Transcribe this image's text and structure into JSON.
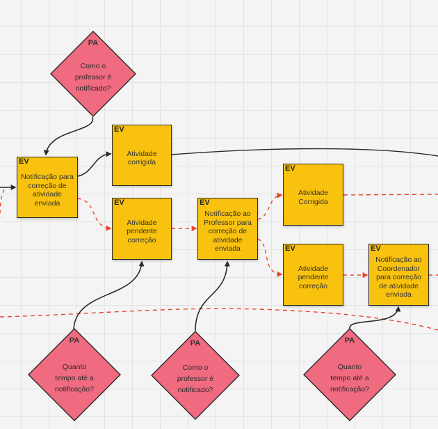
{
  "colors": {
    "event_fill": "#f9c20f",
    "question_fill": "#f06a80",
    "connector_dark": "#2a2a2a",
    "connector_red": "#e8442b"
  },
  "questions": {
    "top": {
      "tag": "PA",
      "text": "Como o professor é notificado?"
    },
    "bottom_left": {
      "tag": "PA",
      "text": "Quanto tempo até a notificação?"
    },
    "bottom_middle": {
      "tag": "PA",
      "text": "Como o professor é notificado?"
    },
    "bottom_right": {
      "tag": "PA",
      "text": "Quanto tempo até a notificação?"
    }
  },
  "events": {
    "notification_correction": {
      "tag": "EV",
      "text": "Notificação para correção de atividade enviada"
    },
    "activity_corrected": {
      "tag": "EV",
      "text": "Atividade corrigida"
    },
    "activity_pending": {
      "tag": "EV",
      "text": "Atividade pendente correção"
    },
    "notification_teacher": {
      "tag": "EV",
      "text": "Notificação ao Professor para correção de atividade enviada"
    },
    "activity_corrected_2": {
      "tag": "EV",
      "text": "Atividade Corrigida"
    },
    "activity_pending_2": {
      "tag": "EV",
      "text": "Atividade pendente correção"
    },
    "notification_coordinator": {
      "tag": "EV",
      "text": "Notificação ao Coordenador para correção de atividade enviada"
    }
  }
}
